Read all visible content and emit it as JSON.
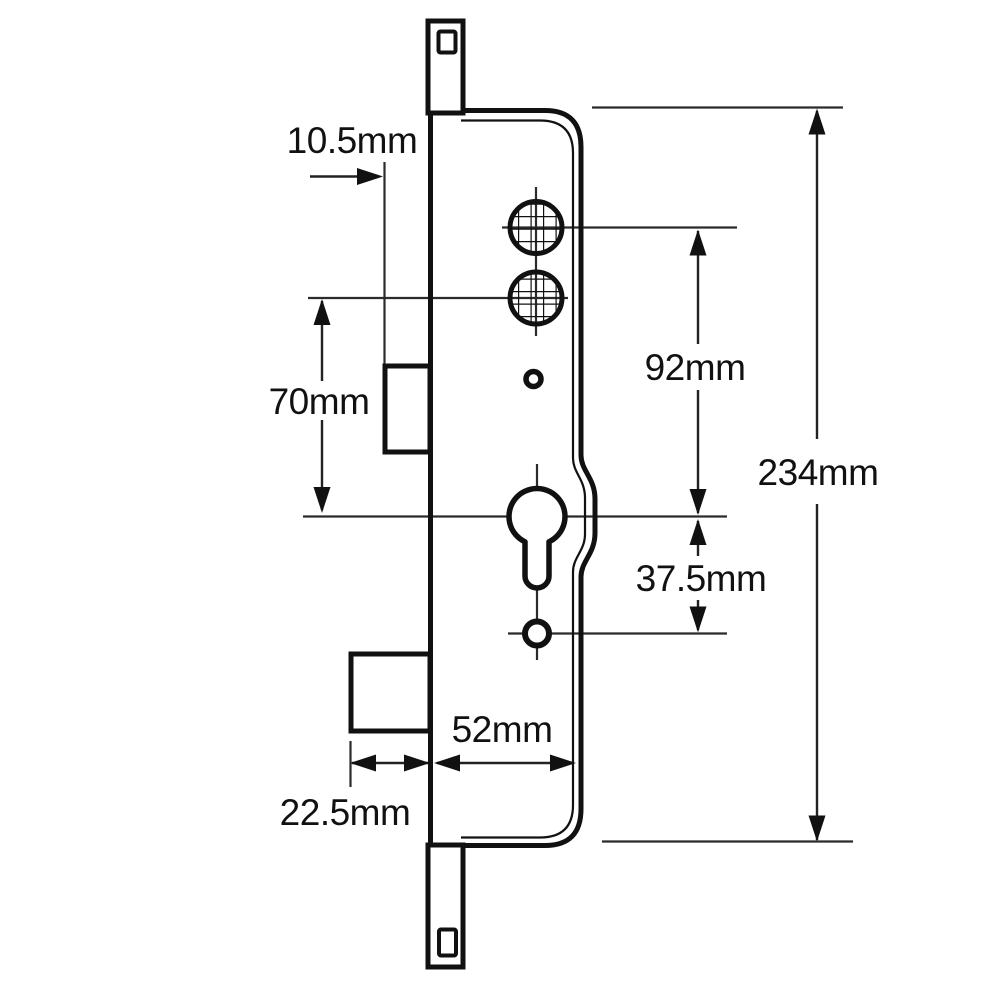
{
  "diagram": {
    "type": "technical-drawing",
    "subject": "multipoint-lock-case-side-profile",
    "unit": "mm",
    "colors": {
      "ink": "#111111",
      "thin_line": "#2b2b2b",
      "background": "#ffffff"
    },
    "dimension_labels": {
      "offset_top": "10.5mm",
      "left_vertical_span": "70mm",
      "spindle_to_cylinder": "92mm",
      "overall_length": "234mm",
      "cylinder_to_hole": "37.5mm",
      "case_depth": "52mm",
      "bolt_projection": "22.5mm"
    }
  }
}
